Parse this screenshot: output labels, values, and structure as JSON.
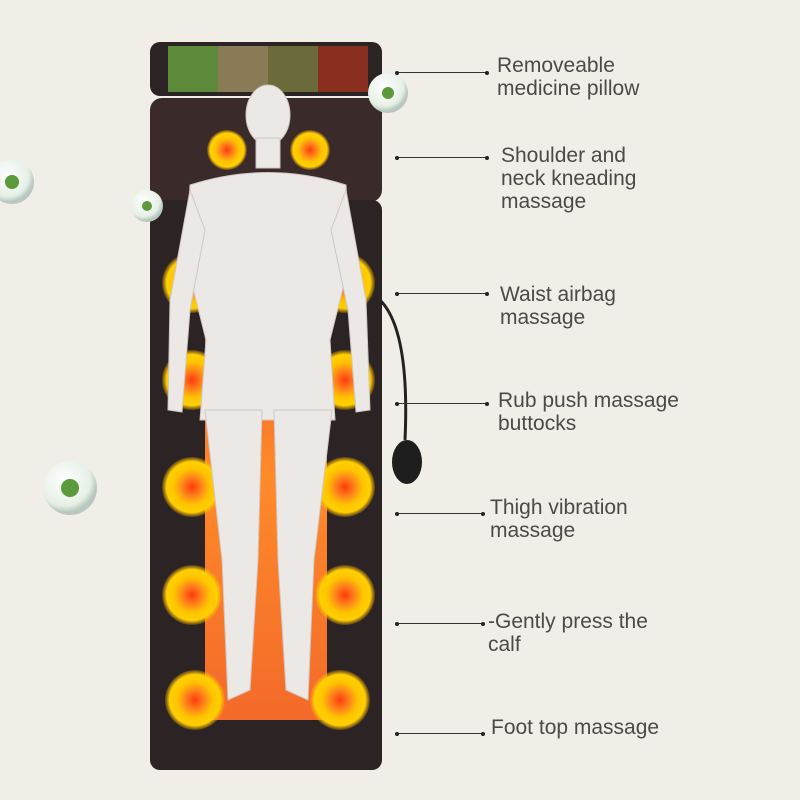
{
  "colors": {
    "background": "#f1eee8",
    "mat": "#2c2424",
    "glow": "#ffc400",
    "heat": "#f05a1e",
    "text": "#4b4a48"
  },
  "callouts": [
    {
      "text": "Removeable\nmedicine pillow"
    },
    {
      "text": "Shoulder and\nneck kneading\nmassage"
    },
    {
      "text": "Waist airbag\nmassage"
    },
    {
      "text": "Rub push massage\nbuttocks"
    },
    {
      "text": "Thigh vibration\nmassage"
    },
    {
      "text": "-Gently press the\ncalf"
    },
    {
      "text": "Foot top massage"
    }
  ],
  "icons": [
    "herb-bubble-icon",
    "massage-node-icon",
    "air-pump-bulb-icon"
  ]
}
